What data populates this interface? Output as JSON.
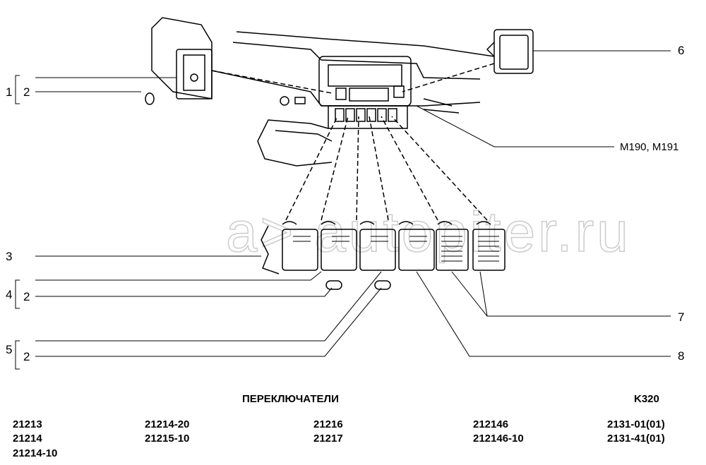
{
  "watermark": "autopiter.ru",
  "callouts": {
    "c1": "1",
    "c2a": "2",
    "c3": "3",
    "c4": "4",
    "c2b": "2",
    "c5": "5",
    "c2c": "2",
    "c6": "6",
    "m190": "M190, M191",
    "c7": "7",
    "c8": "8"
  },
  "title": "ПЕРЕКЛЮЧАТЕЛИ",
  "code": "K320",
  "models": [
    [
      "21213",
      "21214",
      "21214-10"
    ],
    [
      "21214-20",
      "21215-10"
    ],
    [
      "21216",
      "21217"
    ],
    [
      "212146",
      "212146-10"
    ],
    [
      "2131-01(01)",
      "2131-41(01)"
    ]
  ]
}
